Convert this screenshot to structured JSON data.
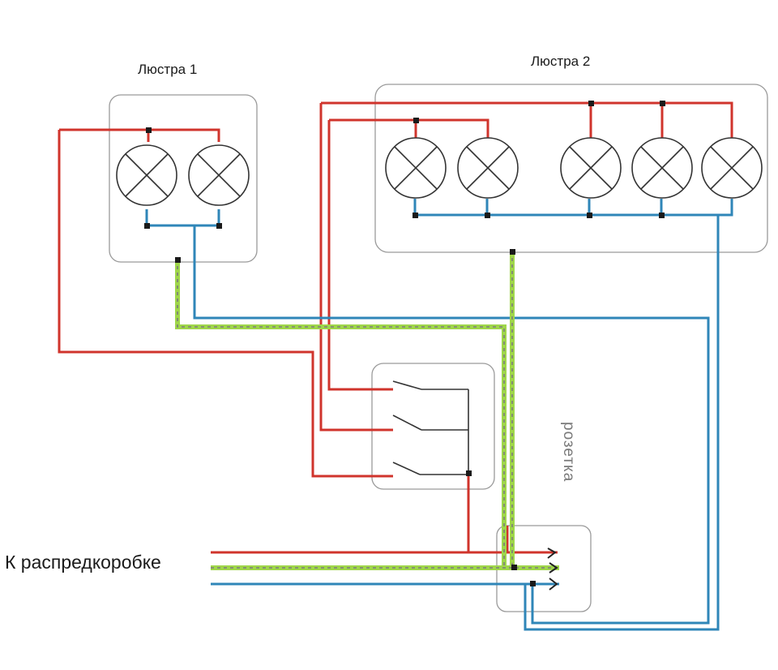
{
  "labels": {
    "chandelier_1": "Люстра 1",
    "chandelier_2": "Люстра 2",
    "socket": "розетка",
    "to_junction_box": "К распредкоробке"
  },
  "colors": {
    "phase": "#d0342c",
    "neutral": "#2f86b8",
    "ground": "#9fd64a",
    "ground_dash": "#7a7a7a",
    "frame": "#9a9a9a",
    "node": "#1a1a1a",
    "lamp": "#333333"
  },
  "elements": {
    "chandelier_1_lamps": 2,
    "chandelier_2_lamps": 5,
    "switch_keys": 3
  }
}
